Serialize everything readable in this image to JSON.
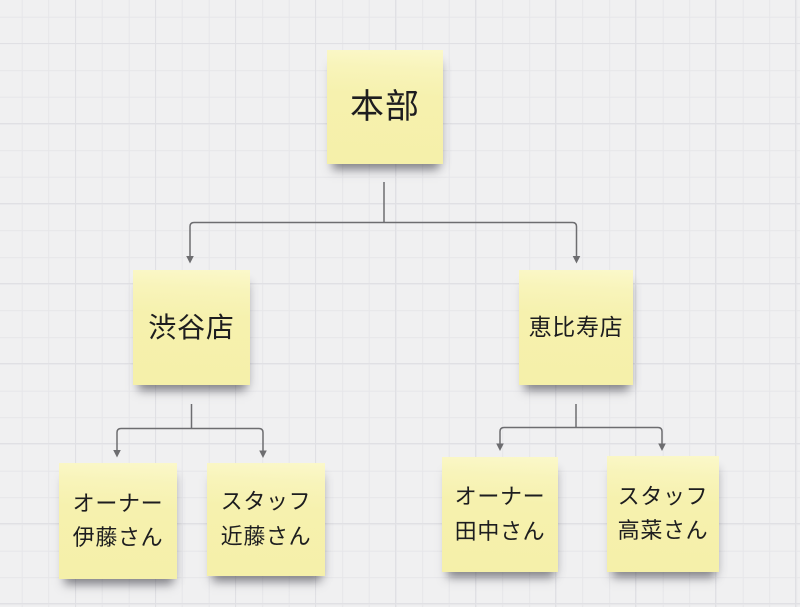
{
  "canvas": {
    "type": "whiteboard-grid"
  },
  "style": {
    "canvas_bg": "#f0f0f1",
    "grid_minor": "#e6e6e9",
    "grid_major": "#e0e0e4",
    "note_color": "#f5f0a9",
    "note_text_color": "#1d1d1f",
    "connector_color": "#6d6d70"
  },
  "notes": {
    "hq": {
      "label": "本部"
    },
    "shibuya": {
      "label": "渋谷店"
    },
    "ebisu": {
      "label": "恵比寿店"
    },
    "ito": {
      "label": "オーナー\n伊藤さん"
    },
    "kondo": {
      "label": "スタッフ\n近藤さん"
    },
    "tanaka": {
      "label": "オーナー\n田中さん"
    },
    "takana": {
      "label": "スタッフ\n高菜さん"
    }
  },
  "connectors": [
    {
      "from": "hq",
      "to": "shibuya",
      "arrow": "down"
    },
    {
      "from": "hq",
      "to": "ebisu",
      "arrow": "down"
    },
    {
      "from": "shibuya",
      "to": "ito",
      "arrow": "down"
    },
    {
      "from": "shibuya",
      "to": "kondo",
      "arrow": "down"
    },
    {
      "from": "ebisu",
      "to": "tanaka",
      "arrow": "down"
    },
    {
      "from": "ebisu",
      "to": "takana",
      "arrow": "down"
    }
  ]
}
